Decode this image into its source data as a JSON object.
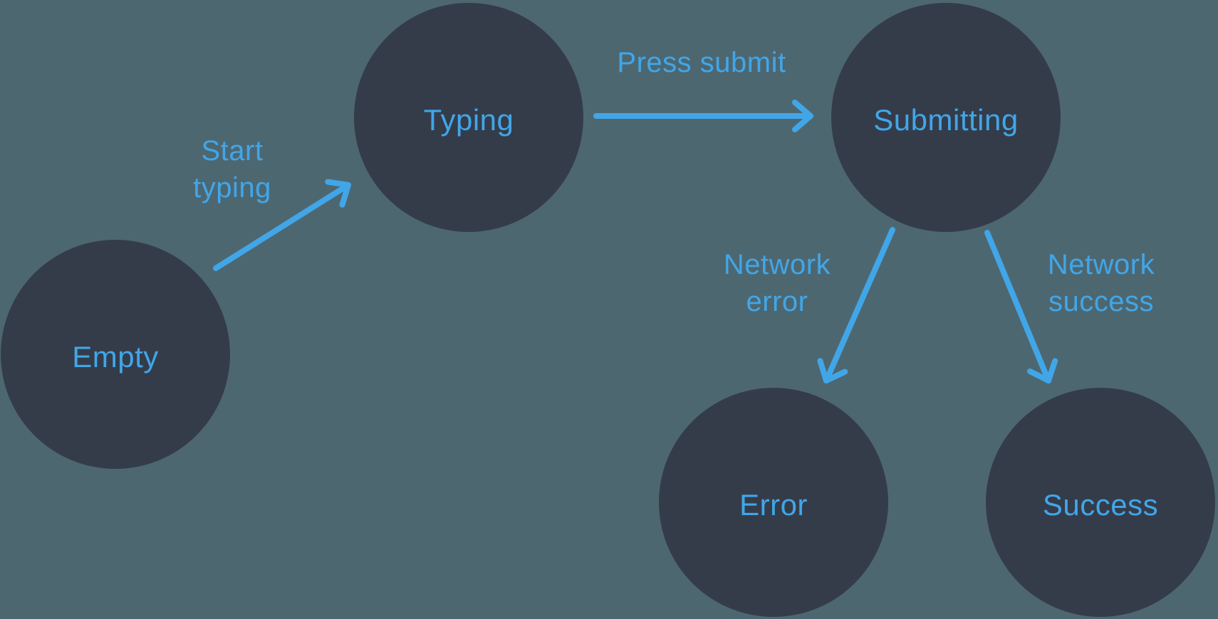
{
  "colors": {
    "background": "#4D6771",
    "node": "#343C4A",
    "accent": "#41A6E8"
  },
  "nodes": [
    {
      "id": "empty",
      "label": "Empty"
    },
    {
      "id": "typing",
      "label": "Typing"
    },
    {
      "id": "submitting",
      "label": "Submitting"
    },
    {
      "id": "error",
      "label": "Error"
    },
    {
      "id": "success",
      "label": "Success"
    }
  ],
  "edges": [
    {
      "from": "Empty",
      "to": "Typing",
      "label": "Start typing",
      "lines": [
        "Start",
        "typing"
      ]
    },
    {
      "from": "Typing",
      "to": "Submitting",
      "label": "Press submit",
      "lines": [
        "Press submit"
      ]
    },
    {
      "from": "Submitting",
      "to": "Error",
      "label": "Network error",
      "lines": [
        "Network",
        "error"
      ]
    },
    {
      "from": "Submitting",
      "to": "Success",
      "label": "Network success",
      "lines": [
        "Network",
        "success"
      ]
    }
  ]
}
